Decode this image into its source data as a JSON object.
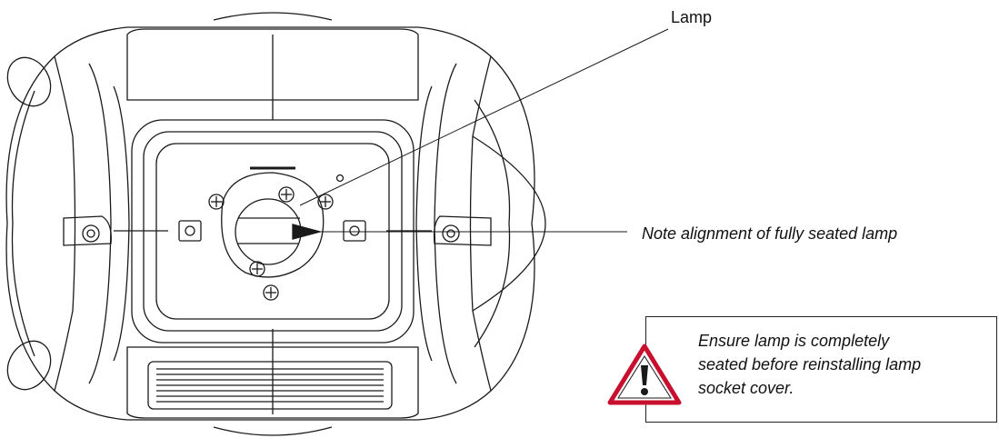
{
  "callouts": {
    "lamp": "Lamp",
    "alignment_note": "Note alignment of fully seated lamp"
  },
  "warning": {
    "icon": "warning-triangle-icon",
    "lines": [
      "Ensure lamp is completely",
      "seated before reinstalling lamp",
      "socket cover."
    ]
  },
  "colors": {
    "line": "#1a1a1a",
    "warning_red": "#c8102e"
  }
}
